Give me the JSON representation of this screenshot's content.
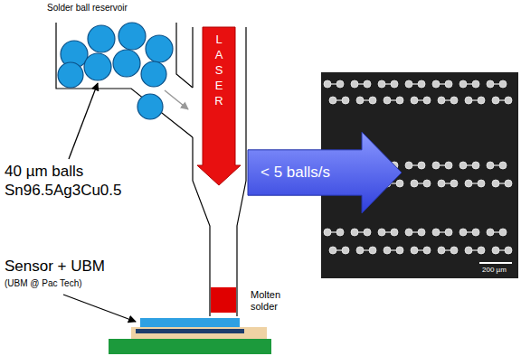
{
  "diagram": {
    "nodes": [
      {
        "text": [
          "LASER"
        ]
      },
      {
        "text": [
          "< 5 balls/s"
        ]
      }
    ],
    "labels": [
      "Solder ball reservoir",
      "40 µm balls",
      "Sn96.5Ag3Cu0.5",
      "Sensor + UBM",
      "(UBM @ Pac Tech)",
      "Molten solder",
      "200 µm"
    ]
  }
}
